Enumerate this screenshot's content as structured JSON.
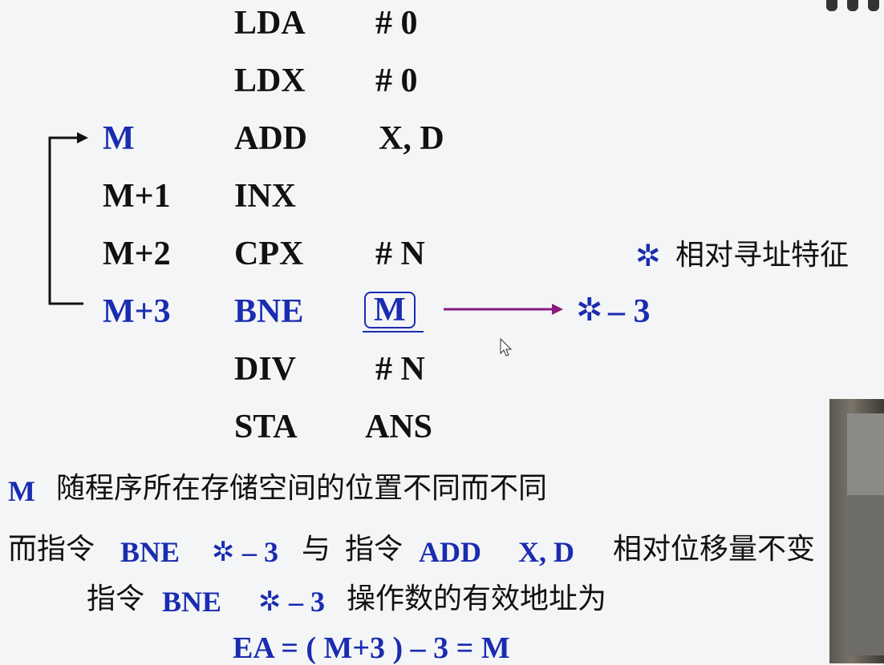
{
  "code": [
    {
      "label": "",
      "op": "LDA",
      "operand": "# 0"
    },
    {
      "label": "",
      "op": "LDX",
      "operand": "# 0"
    },
    {
      "label": "M",
      "op": "ADD",
      "operand": "X, D"
    },
    {
      "label": "M+1",
      "op": "INX",
      "operand": ""
    },
    {
      "label": "M+2",
      "op": "CPX",
      "operand": "# N"
    },
    {
      "label": "M+3",
      "op": "BNE",
      "operand": "M"
    },
    {
      "label": "",
      "op": "DIV",
      "operand": "# N"
    },
    {
      "label": "",
      "op": "STA",
      "operand": "ANS"
    }
  ],
  "arrow_target": {
    "star": "✲",
    "offset": "– 3"
  },
  "note": {
    "star": "✲",
    "text": "相对寻址特征"
  },
  "explanation": {
    "line1": {
      "m": "M",
      "text": "随程序所在存储空间的位置不同而不同"
    },
    "line2": {
      "p1": "而指令",
      "bne": "BNE",
      "star": "✲",
      "offset": "– 3",
      "p2": "与",
      "p3": "指令",
      "add": "ADD",
      "xd": "X, D",
      "p4": "相对位移量不变"
    },
    "line3": {
      "p1": "指令",
      "bne": "BNE",
      "star": "✲",
      "offset": "– 3",
      "p2": "操作数的有效地址为"
    },
    "line4": "EA = ( M+3 ) – 3 = M"
  }
}
